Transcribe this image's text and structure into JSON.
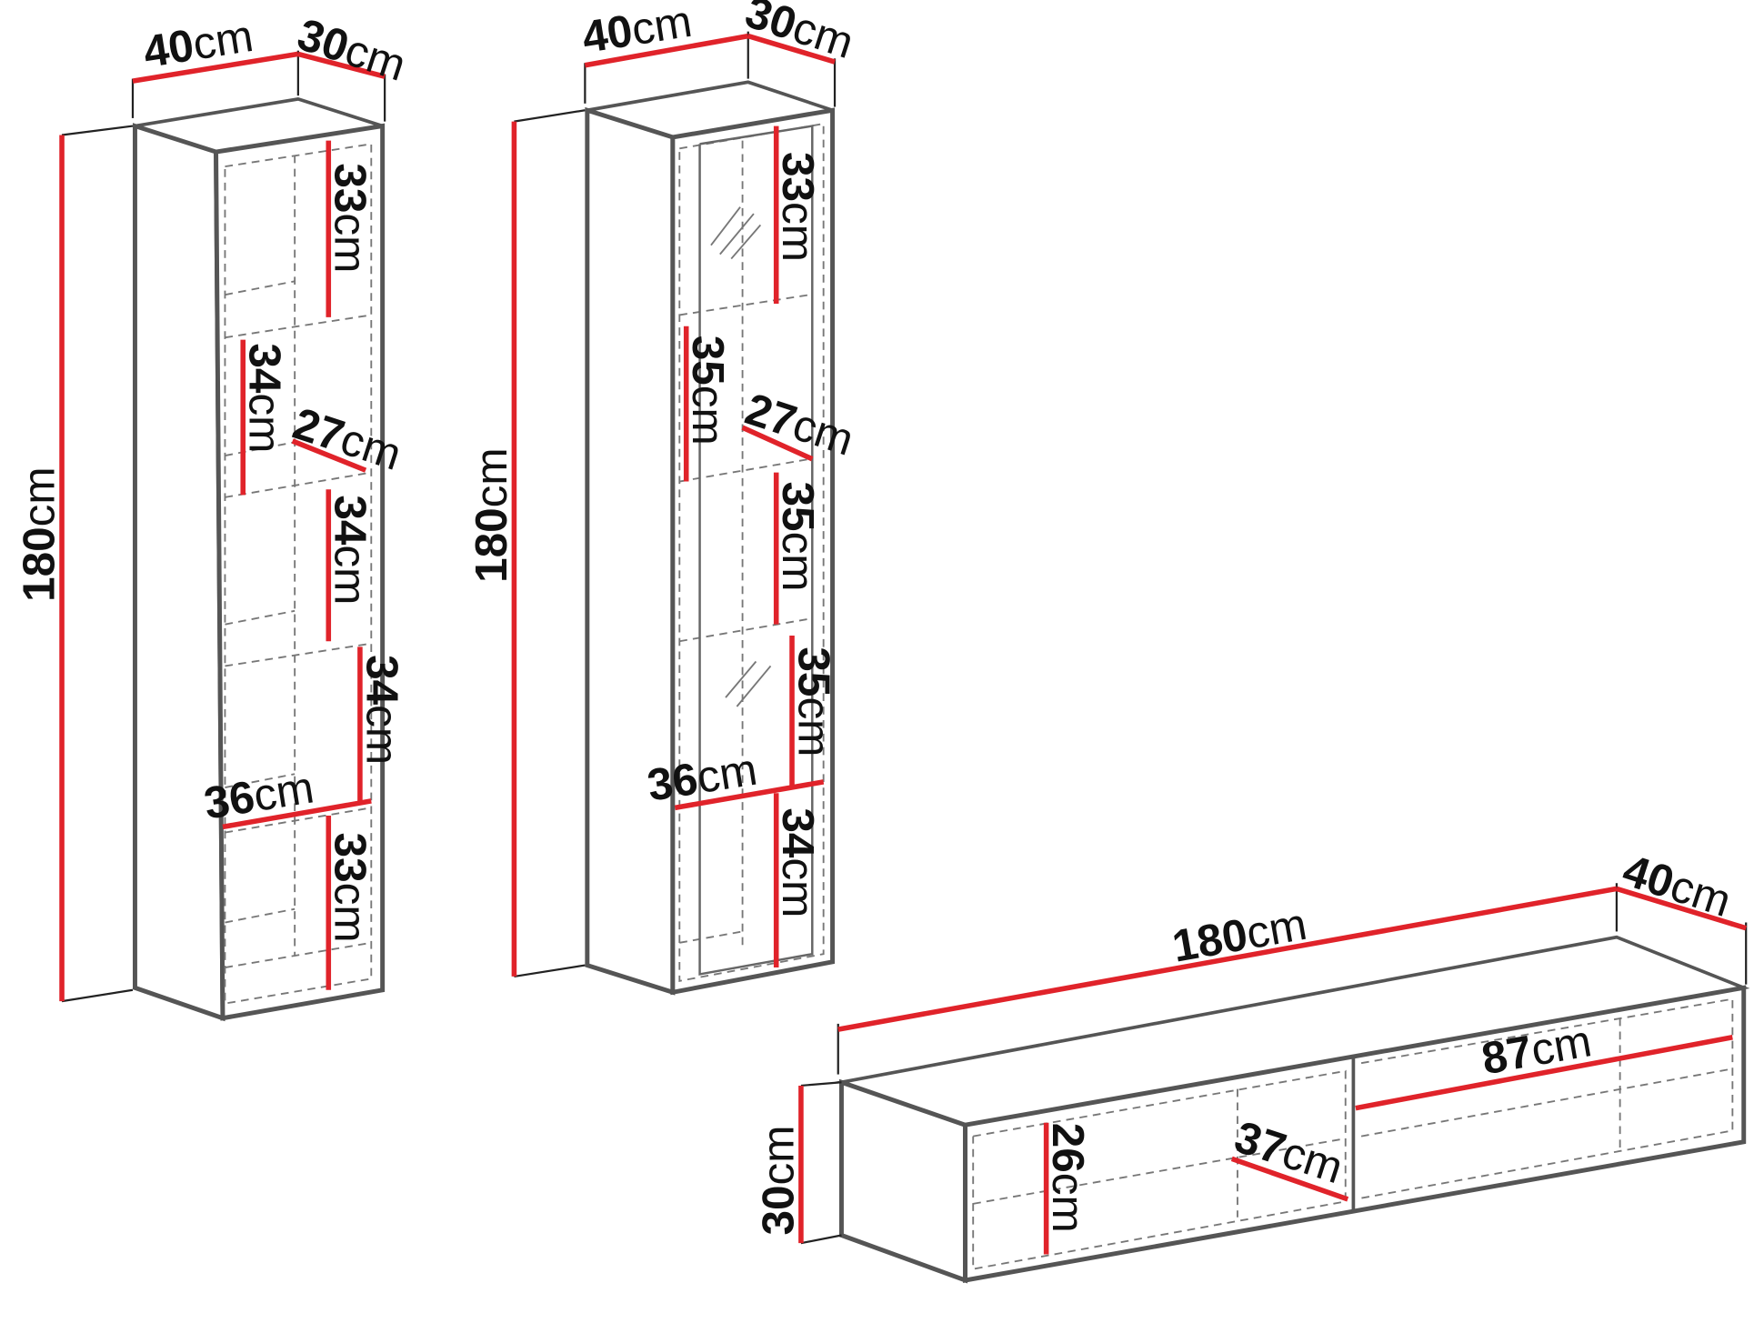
{
  "unit": "cm",
  "tall_cabinet_open": {
    "width": "40",
    "depth": "30",
    "height": "180",
    "shelf_1": "33",
    "shelf_2": "34",
    "shelf_inner_depth": "27",
    "shelf_3": "34",
    "shelf_4": "34",
    "inner_width": "36",
    "shelf_5": "33"
  },
  "tall_cabinet_glass": {
    "width": "40",
    "depth": "30",
    "height": "180",
    "shelf_1": "33",
    "shelf_2": "35",
    "shelf_inner_depth": "27",
    "shelf_3": "35",
    "shelf_4": "35",
    "inner_width": "36",
    "shelf_5": "34"
  },
  "tv_unit": {
    "width": "180",
    "depth": "40",
    "height": "30",
    "compartment_width": "87",
    "inner_height": "26",
    "inner_depth": "37"
  },
  "colors": {
    "dimension_line": "#e0232a",
    "outline": "#555555"
  }
}
